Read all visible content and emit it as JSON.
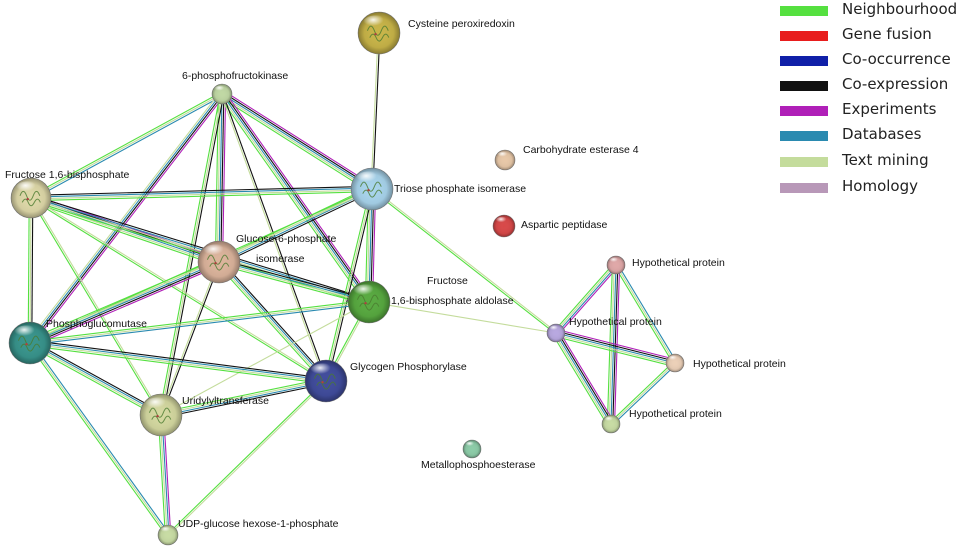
{
  "legend": {
    "items": [
      {
        "label": "Neighbourhood",
        "color": "#55e040"
      },
      {
        "label": "Gene fusion",
        "color": "#e81d1d"
      },
      {
        "label": "Co-occurrence",
        "color": "#1020a8"
      },
      {
        "label": "Co-expression",
        "color": "#111111"
      },
      {
        "label": "Experiments",
        "color": "#b020b8"
      },
      {
        "label": "Databases",
        "color": "#2a8ab0"
      },
      {
        "label": "Text mining",
        "color": "#c4dc9c"
      },
      {
        "label": "Homology",
        "color": "#b898b8"
      }
    ]
  },
  "nodes": [
    {
      "id": "cys",
      "label": "Cysteine peroxiredoxin",
      "color": "#c8b448",
      "structure": true
    },
    {
      "id": "pfk",
      "label": "6-phosphofructokinase",
      "color": "#c0d8a4",
      "structure": false
    },
    {
      "id": "fbp",
      "label": "Fructose 1,6-bisphosphate",
      "color": "#ded8a8",
      "structure": true
    },
    {
      "id": "tpi",
      "label": "Triose phosphate isomerase",
      "color": "#a8d4ec",
      "structure": true
    },
    {
      "id": "che",
      "label": "Carbohydrate esterase 4",
      "color": "#e8c8a8",
      "structure": false
    },
    {
      "id": "asp",
      "label": "Aspartic peptidase",
      "color": "#d84848",
      "structure": false
    },
    {
      "id": "g6p",
      "label": "Glucose-6-phosphate",
      "label2": "isomerase",
      "color": "#dcb49c",
      "structure": true
    },
    {
      "id": "fba",
      "label": "Fructose",
      "label2": "1,6-bisphosphate aldolase",
      "color": "#58aa40",
      "structure": true
    },
    {
      "id": "pgm",
      "label": "Phosphoglucomutase",
      "color": "#38948c",
      "structure": true
    },
    {
      "id": "gph",
      "label": "Glycogen Phosphorylase",
      "color": "#404c9c",
      "structure": true
    },
    {
      "id": "ugt",
      "label": "Uridylyltransferase",
      "color": "#d4d8a0",
      "structure": true
    },
    {
      "id": "ugp",
      "label": "UDP-glucose hexose-1-phosphate",
      "color": "#c8dca4",
      "structure": false
    },
    {
      "id": "hp1",
      "label": "Hypothetical protein",
      "color": "#e0a8a8",
      "structure": false
    },
    {
      "id": "hp2",
      "label": "Hypothetical protein",
      "color": "#b8a8e0",
      "structure": false
    },
    {
      "id": "hp3",
      "label": "Hypothetical protein",
      "color": "#ecd0b8",
      "structure": false
    },
    {
      "id": "hp4",
      "label": "Hypothetical protein",
      "color": "#c8dca4",
      "structure": false
    },
    {
      "id": "mpe",
      "label": "Metallophosphoesterase",
      "color": "#8ccca8",
      "structure": false
    }
  ],
  "edges": [
    {
      "from": "pfk",
      "to": "fbp",
      "types": [
        "Databases",
        "Text mining",
        "Neighbourhood"
      ]
    },
    {
      "from": "pfk",
      "to": "g6p",
      "types": [
        "Experiments",
        "Co-expression",
        "Databases",
        "Text mining",
        "Neighbourhood"
      ]
    },
    {
      "from": "pfk",
      "to": "tpi",
      "types": [
        "Experiments",
        "Co-expression",
        "Databases",
        "Text mining",
        "Neighbourhood"
      ]
    },
    {
      "from": "pfk",
      "to": "fba",
      "types": [
        "Experiments",
        "Co-expression",
        "Databases",
        "Text mining",
        "Neighbourhood"
      ]
    },
    {
      "from": "pfk",
      "to": "pgm",
      "types": [
        "Experiments",
        "Co-expression",
        "Databases",
        "Text mining"
      ]
    },
    {
      "from": "pfk",
      "to": "gph",
      "types": [
        "Co-expression",
        "Text mining"
      ]
    },
    {
      "from": "pfk",
      "to": "ugt",
      "types": [
        "Co-expression",
        "Text mining",
        "Neighbourhood"
      ]
    },
    {
      "from": "fbp",
      "to": "g6p",
      "types": [
        "Experiments",
        "Co-expression",
        "Databases",
        "Text mining",
        "Neighbourhood"
      ]
    },
    {
      "from": "fbp",
      "to": "tpi",
      "types": [
        "Co-expression",
        "Databases",
        "Text mining",
        "Neighbourhood"
      ]
    },
    {
      "from": "fbp",
      "to": "fba",
      "types": [
        "Co-expression",
        "Databases",
        "Text mining",
        "Neighbourhood"
      ]
    },
    {
      "from": "fbp",
      "to": "pgm",
      "types": [
        "Co-expression",
        "Text mining",
        "Neighbourhood"
      ]
    },
    {
      "from": "fbp",
      "to": "gph",
      "types": [
        "Text mining",
        "Neighbourhood"
      ]
    },
    {
      "from": "fbp",
      "to": "ugt",
      "types": [
        "Text mining",
        "Neighbourhood"
      ]
    },
    {
      "from": "cys",
      "to": "tpi",
      "types": [
        "Co-expression",
        "Text mining"
      ]
    },
    {
      "from": "tpi",
      "to": "g6p",
      "types": [
        "Co-expression",
        "Databases",
        "Text mining",
        "Neighbourhood"
      ]
    },
    {
      "from": "tpi",
      "to": "fba",
      "types": [
        "Experiments",
        "Co-expression",
        "Databases",
        "Text mining",
        "Neighbourhood"
      ]
    },
    {
      "from": "tpi",
      "to": "pgm",
      "types": [
        "Text mining",
        "Neighbourhood"
      ]
    },
    {
      "from": "tpi",
      "to": "gph",
      "types": [
        "Co-expression",
        "Text mining",
        "Neighbourhood"
      ]
    },
    {
      "from": "tpi",
      "to": "hp2",
      "types": [
        "Text mining",
        "Neighbourhood"
      ]
    },
    {
      "from": "g6p",
      "to": "fba",
      "types": [
        "Co-expression",
        "Databases",
        "Text mining",
        "Neighbourhood"
      ]
    },
    {
      "from": "g6p",
      "to": "pgm",
      "types": [
        "Experiments",
        "Co-expression",
        "Databases",
        "Text mining",
        "Neighbourhood"
      ]
    },
    {
      "from": "g6p",
      "to": "gph",
      "types": [
        "Co-expression",
        "Databases",
        "Text mining",
        "Neighbourhood"
      ]
    },
    {
      "from": "g6p",
      "to": "ugt",
      "types": [
        "Co-expression",
        "Text mining"
      ]
    },
    {
      "from": "fba",
      "to": "pgm",
      "types": [
        "Databases",
        "Text mining",
        "Neighbourhood"
      ]
    },
    {
      "from": "fba",
      "to": "gph",
      "types": [
        "Text mining",
        "Neighbourhood"
      ]
    },
    {
      "from": "fba",
      "to": "ugt",
      "types": [
        "Text mining"
      ]
    },
    {
      "from": "fba",
      "to": "hp2",
      "types": [
        "Text mining"
      ]
    },
    {
      "from": "pgm",
      "to": "gph",
      "types": [
        "Co-expression",
        "Databases",
        "Text mining",
        "Neighbourhood"
      ]
    },
    {
      "from": "pgm",
      "to": "ugt",
      "types": [
        "Co-expression",
        "Databases",
        "Text mining",
        "Neighbourhood"
      ]
    },
    {
      "from": "pgm",
      "to": "ugp",
      "types": [
        "Databases",
        "Text mining",
        "Neighbourhood"
      ]
    },
    {
      "from": "gph",
      "to": "ugt",
      "types": [
        "Co-expression",
        "Databases",
        "Text mining",
        "Neighbourhood"
      ]
    },
    {
      "from": "gph",
      "to": "ugp",
      "types": [
        "Text mining",
        "Neighbourhood"
      ]
    },
    {
      "from": "ugt",
      "to": "ugp",
      "types": [
        "Experiments",
        "Databases",
        "Text mining",
        "Neighbourhood"
      ]
    },
    {
      "from": "hp1",
      "to": "hp2",
      "types": [
        "Experiments",
        "Databases",
        "Text mining",
        "Neighbourhood"
      ]
    },
    {
      "from": "hp1",
      "to": "hp3",
      "types": [
        "Databases",
        "Text mining",
        "Neighbourhood"
      ]
    },
    {
      "from": "hp1",
      "to": "hp4",
      "types": [
        "Experiments",
        "Co-expression",
        "Databases",
        "Text mining",
        "Neighbourhood"
      ]
    },
    {
      "from": "hp2",
      "to": "hp3",
      "types": [
        "Experiments",
        "Co-expression",
        "Databases",
        "Text mining",
        "Neighbourhood"
      ]
    },
    {
      "from": "hp2",
      "to": "hp4",
      "types": [
        "Experiments",
        "Co-expression",
        "Databases",
        "Text mining",
        "Neighbourhood"
      ]
    },
    {
      "from": "hp3",
      "to": "hp4",
      "types": [
        "Databases",
        "Text mining",
        "Neighbourhood"
      ]
    }
  ]
}
